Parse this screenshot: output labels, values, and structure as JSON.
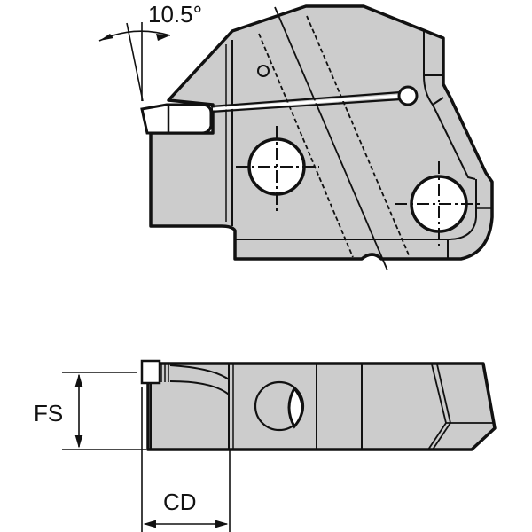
{
  "drawing": {
    "subject": "Cutoff tool holder / insert module",
    "views": [
      "top-view",
      "side-view"
    ],
    "colors": {
      "part_fill": "#cccccc",
      "outline": "#111111",
      "background": "#ffffff",
      "hole_fill": "#ffffff"
    }
  },
  "dimensions": {
    "angle": {
      "label": "10.5°",
      "value": 10.5,
      "unit": "degree"
    },
    "fs": {
      "label": "FS"
    },
    "cd": {
      "label": "CD"
    }
  }
}
